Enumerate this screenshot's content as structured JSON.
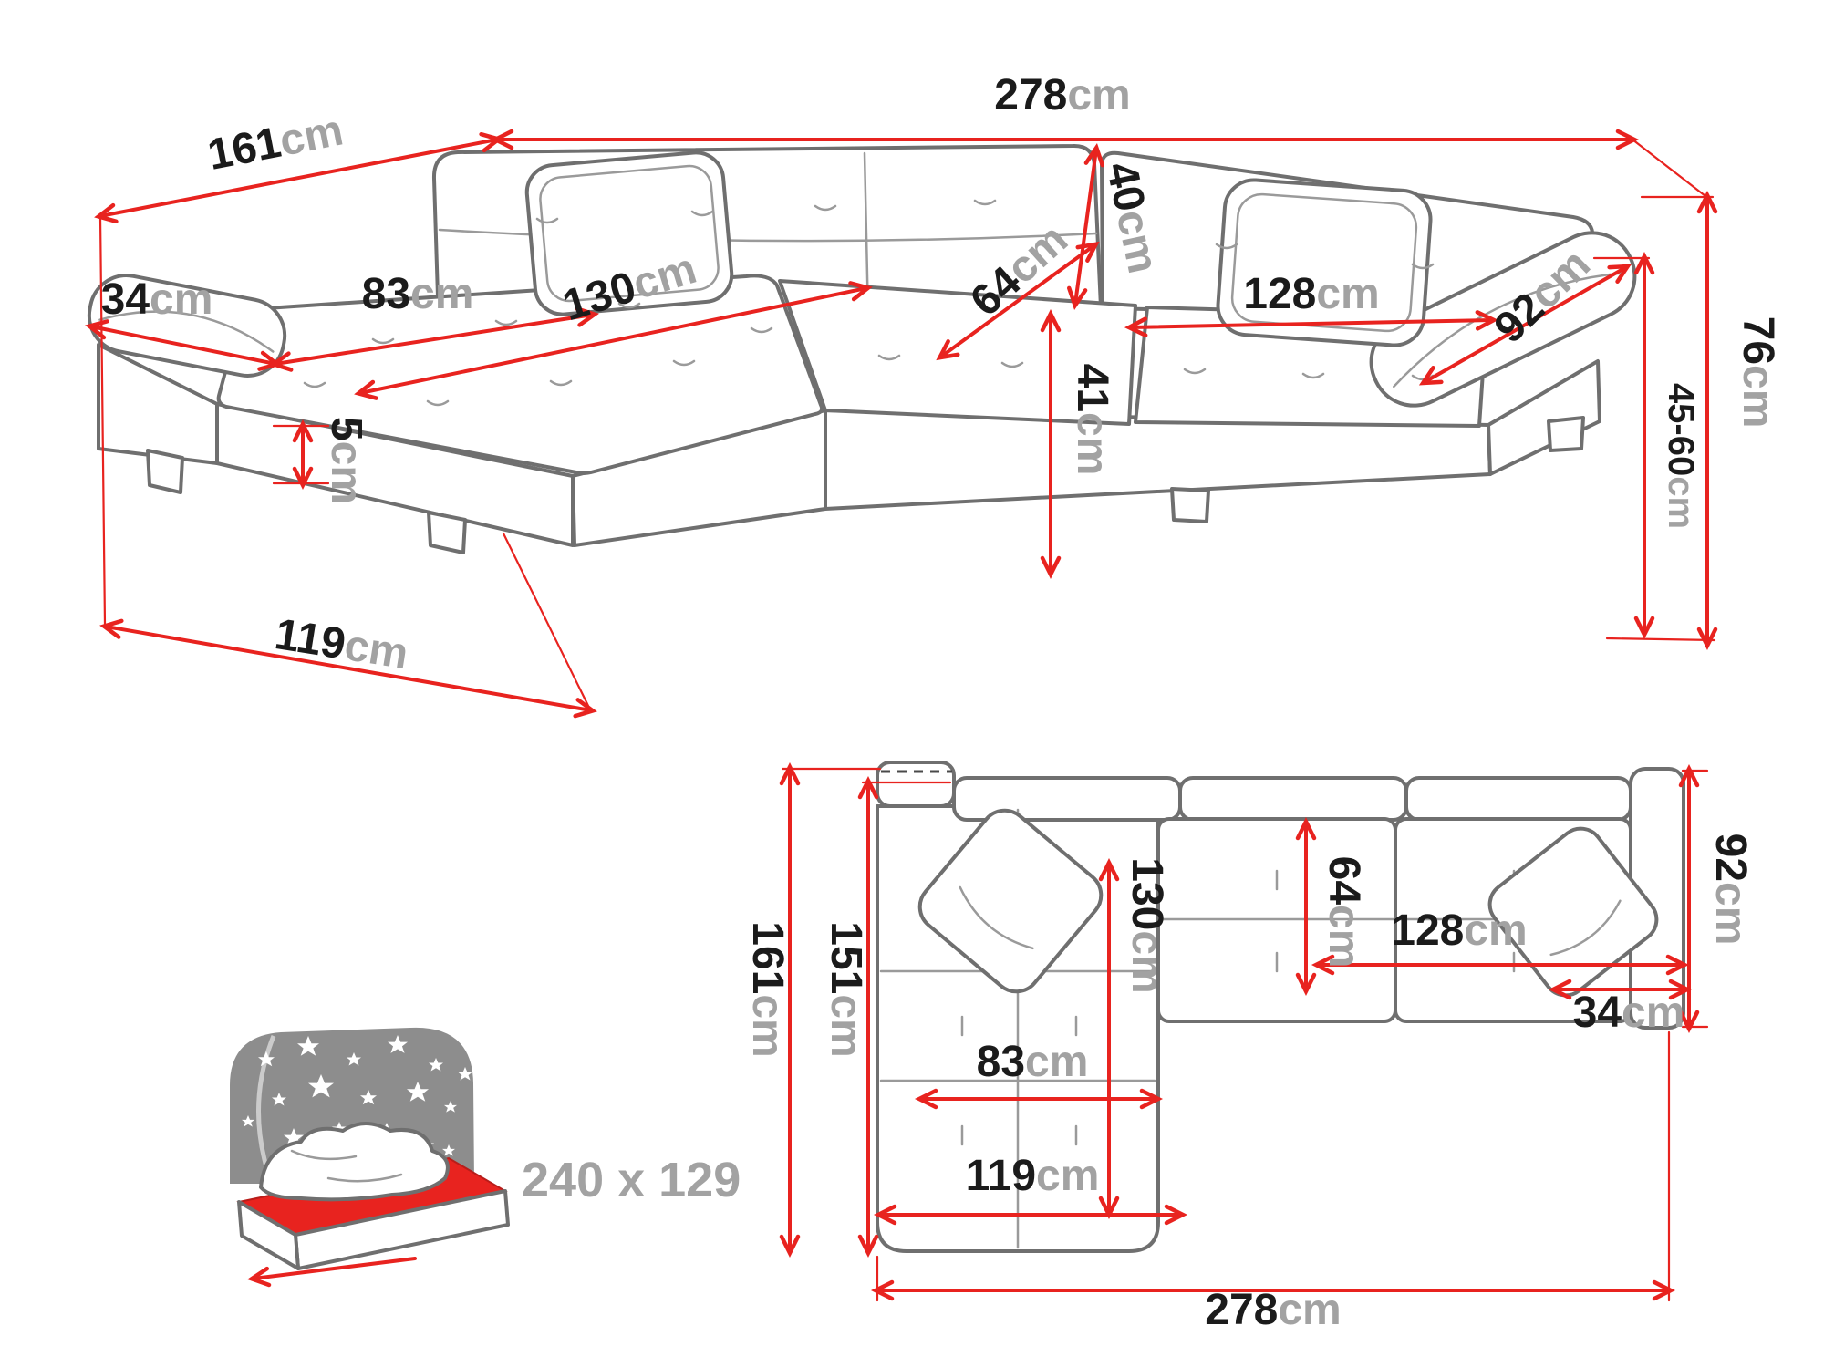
{
  "colors": {
    "dim_red": "#e8231f",
    "outline_gray": "#6f6f6f",
    "number_black": "#1b1b1b",
    "unit_gray": "#a2a2a2",
    "headboard_gray": "#8d8d8d"
  },
  "perspective": {
    "total_width": {
      "v": "278",
      "u": "cm"
    },
    "total_depth": {
      "v": "161",
      "u": "cm"
    },
    "armrest_width": {
      "v": "34",
      "u": "cm"
    },
    "chaise_seat_width": {
      "v": "83",
      "u": "cm"
    },
    "chaise_length": {
      "v": "130",
      "u": "cm"
    },
    "backrest_height": {
      "v": "40",
      "u": "cm"
    },
    "corner_seat_depth": {
      "v": "64",
      "u": "cm"
    },
    "seat_height": {
      "v": "41",
      "u": "cm"
    },
    "seat_width": {
      "v": "128",
      "u": "cm"
    },
    "armrest_length": {
      "v": "92",
      "u": "cm"
    },
    "total_height": {
      "v": "76",
      "u": "cm"
    },
    "adjustable_height": {
      "v": "45-60",
      "u": "cm"
    },
    "leg_height": {
      "v": "5",
      "u": "cm"
    },
    "chaise_depth": {
      "v": "119",
      "u": "cm"
    }
  },
  "plan": {
    "total_depth": {
      "v": "161",
      "u": "cm"
    },
    "inner_depth": {
      "v": "151",
      "u": "cm"
    },
    "chaise_length": {
      "v": "130",
      "u": "cm"
    },
    "seat_depth": {
      "v": "64",
      "u": "cm"
    },
    "seat_width": {
      "v": "128",
      "u": "cm"
    },
    "armrest_depth": {
      "v": "92",
      "u": "cm"
    },
    "armrest_width": {
      "v": "34",
      "u": "cm"
    },
    "chaise_seat_width": {
      "v": "83",
      "u": "cm"
    },
    "chaise_width": {
      "v": "119",
      "u": "cm"
    },
    "total_width": {
      "v": "278",
      "u": "cm"
    }
  },
  "sleeping_area": {
    "size": "240 x 129"
  }
}
